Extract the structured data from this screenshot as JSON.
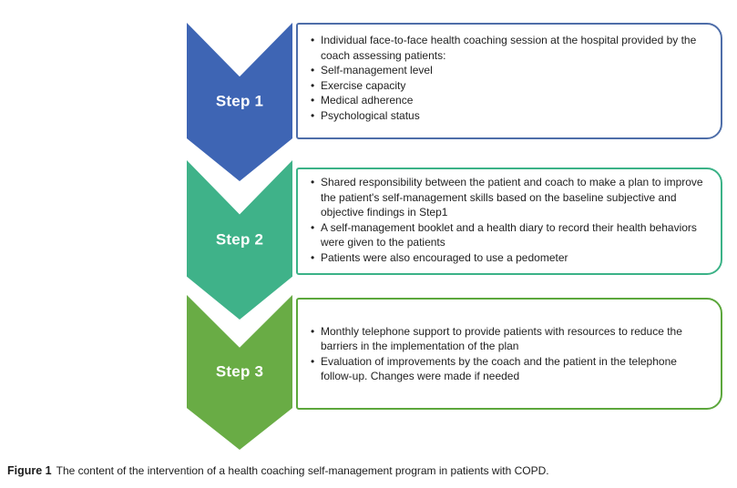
{
  "figure": {
    "caption_label": "Figure 1",
    "caption_text": "The content of the intervention of a health coaching self-management program in patients with COPD."
  },
  "colors": {
    "step1_chevron": "#3E65B4",
    "step1_border": "#4E6EA9",
    "step2_chevron": "#3FB289",
    "step2_border": "#3BB287",
    "step3_chevron": "#69AC45",
    "step3_border": "#5CA73C"
  },
  "steps": [
    {
      "label": "Step 1",
      "bullets": [
        "Individual face-to-face health coaching session at the hospital provided by the coach assessing patients:",
        "Self-management level",
        "Exercise capacity",
        "Medical adherence",
        "Psychological status"
      ]
    },
    {
      "label": "Step 2",
      "bullets": [
        "Shared responsibility between the patient and coach to make a plan to improve the patient's self-management skills based on the baseline subjective and objective findings in Step1",
        "A self-management booklet and a health diary to record their health behaviors were given to the patients",
        "Patients were also encouraged to use a pedometer"
      ]
    },
    {
      "label": "Step 3",
      "bullets": [
        "Monthly telephone support to provide patients with resources to reduce the barriers in the implementation of the plan",
        "Evaluation of improvements by the coach and the patient in the telephone follow-up. Changes were made if needed"
      ]
    }
  ]
}
